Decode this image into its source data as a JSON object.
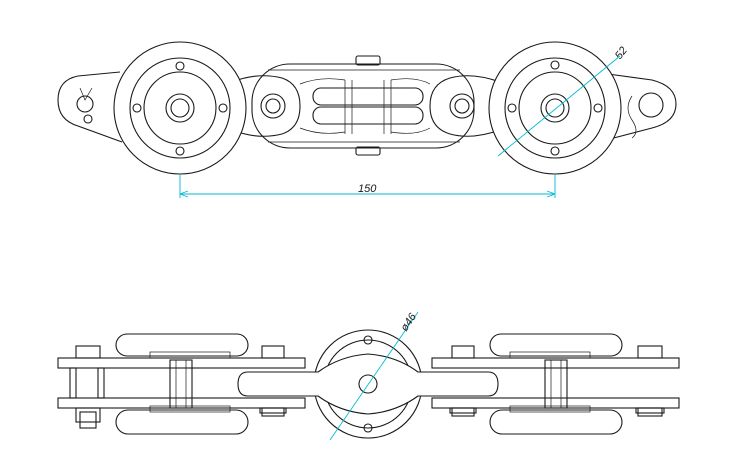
{
  "dimensions": {
    "center_distance": "150",
    "wheel_diameter_top": "52",
    "wheel_diameter_bottom": "ø46"
  },
  "colors": {
    "outline": "#1a1a1a",
    "dimension": "#00bcd4",
    "background": "#ffffff"
  }
}
